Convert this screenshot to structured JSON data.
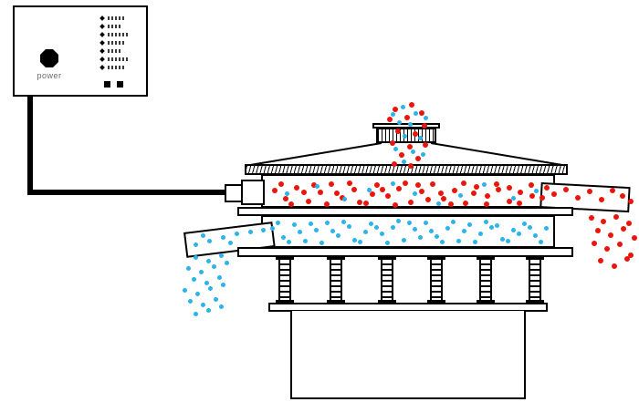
{
  "panel": {
    "power_label": "power",
    "indicator_count": 7,
    "switch_count": 2
  },
  "particles": {
    "colors": {
      "red": "#e8160c",
      "blue": "#2bb3ea"
    },
    "groups": [
      {
        "name": "top-inlet-stream",
        "dots": [
          [
            448,
            112,
            "r"
          ],
          [
            430,
            117,
            "r"
          ],
          [
            459,
            121,
            "r"
          ],
          [
            424,
            128,
            "r"
          ],
          [
            443,
            126,
            "r"
          ],
          [
            462,
            135,
            "r"
          ],
          [
            433,
            141,
            "r"
          ],
          [
            452,
            144,
            "r"
          ],
          [
            427,
            154,
            "r"
          ],
          [
            446,
            158,
            "r"
          ],
          [
            463,
            156,
            "r"
          ],
          [
            437,
            167,
            "r"
          ],
          [
            455,
            171,
            "r"
          ],
          [
            429,
            177,
            "r"
          ],
          [
            447,
            179,
            "r"
          ],
          [
            439,
            115,
            "b"
          ],
          [
            453,
            122,
            "b"
          ],
          [
            428,
            123,
            "b"
          ],
          [
            447,
            134,
            "b"
          ],
          [
            435,
            132,
            "b"
          ],
          [
            464,
            127,
            "b"
          ],
          [
            441,
            147,
            "b"
          ],
          [
            458,
            149,
            "b"
          ],
          [
            431,
            161,
            "b"
          ],
          [
            450,
            164,
            "b"
          ],
          [
            440,
            175,
            "b"
          ],
          [
            461,
            167,
            "b"
          ]
        ]
      },
      {
        "name": "upper-chamber-mix",
        "dots": [
          [
            298,
            206,
            "r"
          ],
          [
            310,
            215,
            "r"
          ],
          [
            322,
            203,
            "r"
          ],
          [
            335,
            218,
            "r"
          ],
          [
            348,
            208,
            "r"
          ],
          [
            360,
            199,
            "r"
          ],
          [
            372,
            214,
            "r"
          ],
          [
            385,
            205,
            "r"
          ],
          [
            398,
            220,
            "r"
          ],
          [
            410,
            200,
            "r"
          ],
          [
            422,
            212,
            "r"
          ],
          [
            434,
            204,
            "r"
          ],
          [
            447,
            219,
            "r"
          ],
          [
            459,
            207,
            "r"
          ],
          [
            471,
            199,
            "r"
          ],
          [
            483,
            215,
            "r"
          ],
          [
            495,
            206,
            "r"
          ],
          [
            507,
            220,
            "r"
          ],
          [
            519,
            202,
            "r"
          ],
          [
            531,
            212,
            "r"
          ],
          [
            543,
            205,
            "r"
          ],
          [
            555,
            218,
            "r"
          ],
          [
            567,
            208,
            "r"
          ],
          [
            579,
            200,
            "r"
          ],
          [
            591,
            214,
            "r"
          ],
          [
            305,
            199,
            "r"
          ],
          [
            330,
            208,
            "r"
          ],
          [
            355,
            221,
            "r"
          ],
          [
            380,
            198,
            "r"
          ],
          [
            405,
            210,
            "r"
          ],
          [
            430,
            222,
            "r"
          ],
          [
            455,
            200,
            "r"
          ],
          [
            480,
            209,
            "r"
          ],
          [
            505,
            198,
            "r"
          ],
          [
            530,
            221,
            "r"
          ],
          [
            555,
            203,
            "r"
          ],
          [
            580,
            212,
            "r"
          ],
          [
            316,
            221,
            "r"
          ],
          [
            341,
            200,
            "r"
          ],
          [
            366,
            209,
            "r"
          ],
          [
            391,
            219,
            "r"
          ],
          [
            416,
            205,
            "r"
          ],
          [
            441,
            198,
            "r"
          ],
          [
            466,
            216,
            "r"
          ],
          [
            491,
            221,
            "r"
          ],
          [
            516,
            209,
            "r"
          ],
          [
            541,
            199,
            "r"
          ],
          [
            566,
            220,
            "r"
          ],
          [
            596,
            203,
            "r"
          ],
          [
            345,
            202,
            "b"
          ],
          [
            375,
            216,
            "b"
          ],
          [
            402,
            206,
            "b"
          ],
          [
            428,
            199,
            "b"
          ],
          [
            452,
            210,
            "b"
          ],
          [
            478,
            221,
            "b"
          ],
          [
            502,
            212,
            "b"
          ],
          [
            528,
            200,
            "b"
          ],
          [
            560,
            215,
            "b"
          ],
          [
            312,
            210,
            "b"
          ],
          [
            585,
            207,
            "b"
          ]
        ]
      },
      {
        "name": "right-outlet-stream",
        "dots": [
          [
            604,
            210,
            "r"
          ],
          [
            617,
            205,
            "r"
          ],
          [
            630,
            214,
            "r"
          ],
          [
            643,
            207,
            "r"
          ],
          [
            656,
            216,
            "r"
          ],
          [
            668,
            206,
            "r"
          ],
          [
            679,
            212,
            "r"
          ],
          [
            688,
            218,
            "r"
          ],
          [
            645,
            236,
            "r"
          ],
          [
            658,
            240,
            "r"
          ],
          [
            672,
            235,
            "r"
          ],
          [
            686,
            242,
            "r"
          ],
          [
            652,
            250,
            "r"
          ],
          [
            666,
            255,
            "r"
          ],
          [
            680,
            248,
            "r"
          ],
          [
            692,
            258,
            "r"
          ],
          [
            648,
            264,
            "r"
          ],
          [
            662,
            270,
            "r"
          ],
          [
            676,
            265,
            "r"
          ],
          [
            688,
            277,
            "r"
          ],
          [
            655,
            283,
            "r"
          ],
          [
            670,
            289,
            "r"
          ],
          [
            684,
            281,
            "r"
          ]
        ]
      },
      {
        "name": "lower-chamber-fines",
        "dots": [
          [
            296,
            248,
            "b"
          ],
          [
            308,
            258,
            "b"
          ],
          [
            320,
            244,
            "b"
          ],
          [
            332,
            262,
            "b"
          ],
          [
            344,
            250,
            "b"
          ],
          [
            356,
            242,
            "b"
          ],
          [
            368,
            256,
            "b"
          ],
          [
            380,
            246,
            "b"
          ],
          [
            392,
            263,
            "b"
          ],
          [
            404,
            243,
            "b"
          ],
          [
            416,
            254,
            "b"
          ],
          [
            428,
            247,
            "b"
          ],
          [
            440,
            261,
            "b"
          ],
          [
            452,
            249,
            "b"
          ],
          [
            464,
            242,
            "b"
          ],
          [
            476,
            257,
            "b"
          ],
          [
            488,
            248,
            "b"
          ],
          [
            500,
            262,
            "b"
          ],
          [
            512,
            244,
            "b"
          ],
          [
            524,
            254,
            "b"
          ],
          [
            536,
            247,
            "b"
          ],
          [
            548,
            260,
            "b"
          ],
          [
            560,
            250,
            "b"
          ],
          [
            572,
            243,
            "b"
          ],
          [
            584,
            256,
            "b"
          ],
          [
            596,
            248,
            "b"
          ],
          [
            302,
            242,
            "b"
          ],
          [
            326,
            252,
            "b"
          ],
          [
            350,
            264,
            "b"
          ],
          [
            374,
            241,
            "b"
          ],
          [
            398,
            252,
            "b"
          ],
          [
            422,
            264,
            "b"
          ],
          [
            446,
            242,
            "b"
          ],
          [
            470,
            251,
            "b"
          ],
          [
            494,
            241,
            "b"
          ],
          [
            518,
            263,
            "b"
          ],
          [
            542,
            245,
            "b"
          ],
          [
            566,
            254,
            "b"
          ],
          [
            590,
            263,
            "b"
          ],
          [
            314,
            263,
            "b"
          ],
          [
            338,
            243,
            "b"
          ],
          [
            362,
            251,
            "b"
          ],
          [
            386,
            261,
            "b"
          ],
          [
            410,
            247,
            "b"
          ],
          [
            434,
            240,
            "b"
          ],
          [
            458,
            258,
            "b"
          ],
          [
            482,
            263,
            "b"
          ],
          [
            506,
            251,
            "b"
          ],
          [
            530,
            241,
            "b"
          ],
          [
            554,
            262,
            "b"
          ],
          [
            578,
            247,
            "b"
          ]
        ]
      },
      {
        "name": "left-outlet-stream",
        "dots": [
          [
            212,
            266,
            "b"
          ],
          [
            227,
            262,
            "b"
          ],
          [
            242,
            258,
            "b"
          ],
          [
            257,
            254,
            "b"
          ],
          [
            272,
            252,
            "b"
          ],
          [
            286,
            250,
            "b"
          ],
          [
            220,
            256,
            "b"
          ],
          [
            250,
            264,
            "b"
          ],
          [
            212,
            280,
            "b"
          ],
          [
            226,
            284,
            "b"
          ],
          [
            240,
            278,
            "b"
          ],
          [
            204,
            292,
            "b"
          ],
          [
            218,
            296,
            "b"
          ],
          [
            232,
            290,
            "b"
          ],
          [
            246,
            286,
            "b"
          ],
          [
            210,
            304,
            "b"
          ],
          [
            224,
            308,
            "b"
          ],
          [
            238,
            302,
            "b"
          ],
          [
            200,
            316,
            "b"
          ],
          [
            214,
            320,
            "b"
          ],
          [
            228,
            314,
            "b"
          ],
          [
            242,
            310,
            "b"
          ],
          [
            206,
            328,
            "b"
          ],
          [
            220,
            332,
            "b"
          ],
          [
            234,
            326,
            "b"
          ],
          [
            212,
            342,
            "b"
          ],
          [
            226,
            338,
            "b"
          ],
          [
            240,
            334,
            "b"
          ]
        ]
      }
    ]
  }
}
